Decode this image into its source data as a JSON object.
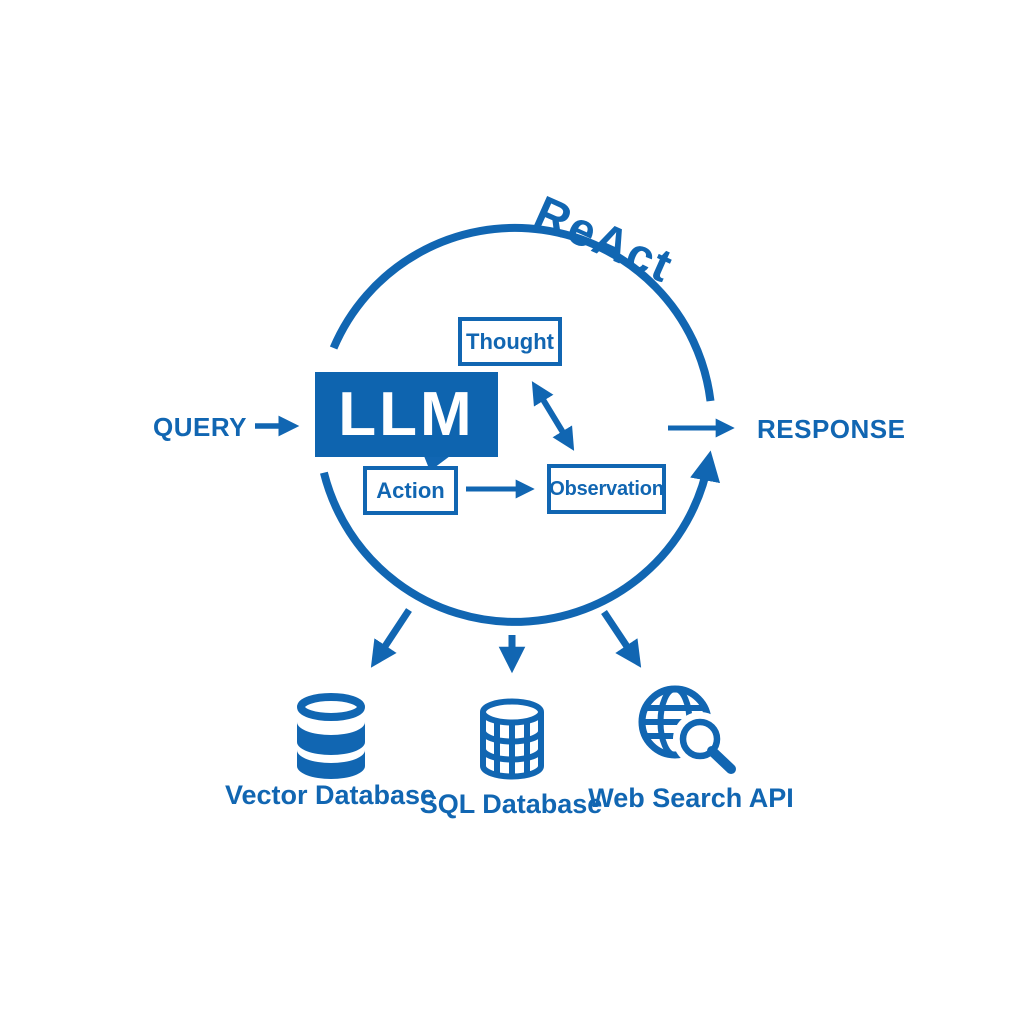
{
  "diagram": {
    "title": "ReAct",
    "input": {
      "label": "QUERY"
    },
    "output": {
      "label": "RESPONSE"
    },
    "llm": {
      "label": "LLM"
    },
    "nodes": {
      "thought": "Thought",
      "action": "Action",
      "observation": "Observation"
    },
    "tools": [
      {
        "label": "Vector Database",
        "icon": "vector-database-icon"
      },
      {
        "label": "SQL Database",
        "icon": "sql-database-icon"
      },
      {
        "label": "Web Search API",
        "icon": "web-search-api-icon"
      }
    ],
    "colors": {
      "primary_blue": "#1166B2",
      "llm_fill": "#0E64AF",
      "background": "#FFFFFF",
      "llm_text": "#FFFFFF"
    }
  }
}
